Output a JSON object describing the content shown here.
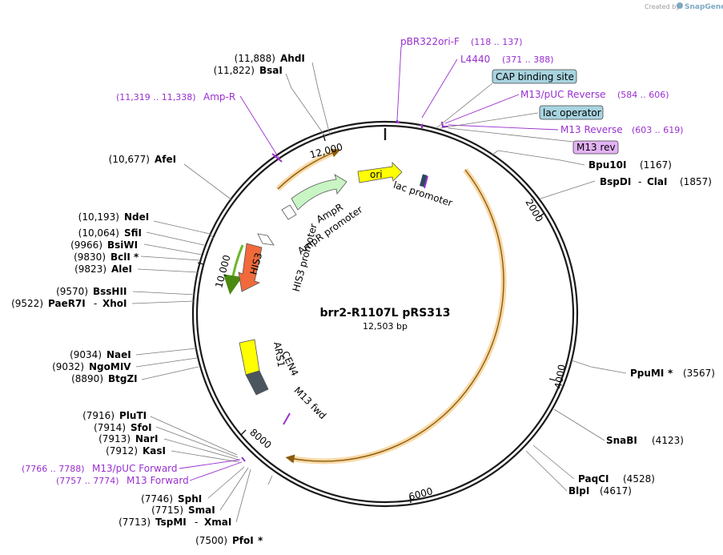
{
  "credit": {
    "prefix": "Created by",
    "brand": "SnapGene"
  },
  "plasmid": {
    "name": "brr2-R1107L pRS313",
    "length": "12,503 bp"
  },
  "ring_ticks": [
    "2000",
    "4000",
    "6000",
    "8000",
    "10,000",
    "12,000"
  ],
  "sites_left": [
    {
      "pos": "(11,888)",
      "name": "AhdI",
      "star": ""
    },
    {
      "pos": "(11,822)",
      "name": "BsaI",
      "star": ""
    },
    {
      "pos": "(10,677)",
      "name": "AfeI",
      "star": ""
    },
    {
      "pos": "(10,193)",
      "name": "NdeI",
      "star": ""
    },
    {
      "pos": "(10,064)",
      "name": "SfiI",
      "star": ""
    },
    {
      "pos": "(9966)",
      "name": "BsiWI",
      "star": ""
    },
    {
      "pos": "(9830)",
      "name": "BclI",
      "star": "*"
    },
    {
      "pos": "(9823)",
      "name": "AleI",
      "star": ""
    },
    {
      "pos": "(9570)",
      "name": "BssHII",
      "star": ""
    },
    {
      "pos": "(9522)",
      "name": "PaeR7I",
      "name2": "XhoI"
    },
    {
      "pos": "(9034)",
      "name": "NaeI",
      "star": ""
    },
    {
      "pos": "(9032)",
      "name": "NgoMIV",
      "star": ""
    },
    {
      "pos": "(8890)",
      "name": "BtgZI",
      "star": ""
    },
    {
      "pos": "(7916)",
      "name": "PluTI",
      "star": ""
    },
    {
      "pos": "(7914)",
      "name": "SfoI",
      "star": ""
    },
    {
      "pos": "(7913)",
      "name": "NarI",
      "star": ""
    },
    {
      "pos": "(7912)",
      "name": "KasI",
      "star": ""
    },
    {
      "pos": "(7746)",
      "name": "SphI",
      "star": ""
    },
    {
      "pos": "(7715)",
      "name": "SmaI",
      "star": ""
    },
    {
      "pos": "(7713)",
      "name": "TspMI",
      "name2": "XmaI"
    },
    {
      "pos": "(7500)",
      "name": "PfoI",
      "star": "*"
    }
  ],
  "sites_right": [
    {
      "name": "Bpu10I",
      "pos": "(1167)"
    },
    {
      "name": "BspDI",
      "name2": "ClaI",
      "pos": "(1857)"
    },
    {
      "name": "PpuMI",
      "star": "*",
      "pos": "(3567)"
    },
    {
      "name": "SnaBI",
      "pos": "(4123)"
    },
    {
      "name": "PaqCI",
      "pos": "(4528)"
    },
    {
      "name": "BlpI",
      "pos": "(4617)"
    }
  ],
  "primers": [
    {
      "name": "pBR322ori-F",
      "range": "(118 .. 137)"
    },
    {
      "name": "L4440",
      "range": "(371 .. 388)"
    },
    {
      "name": "M13/pUC Reverse",
      "range": "(584 .. 606)"
    },
    {
      "name": "M13 Reverse",
      "range": "(603 .. 619)"
    },
    {
      "name": "Amp-R",
      "range": "(11,319 .. 11,338)"
    },
    {
      "name": "M13/pUC Forward",
      "range": "(7766 .. 7788)"
    },
    {
      "name": "M13 Forward",
      "range": "(7757 .. 7774)"
    }
  ],
  "boxed_features": [
    {
      "name": "CAP binding site",
      "fill": "#a8d4e0"
    },
    {
      "name": "lac operator",
      "fill": "#a8d4e0"
    },
    {
      "name": "M13 rev",
      "fill": "#e3b3f5"
    }
  ],
  "features": {
    "ori": "ori",
    "lac_promoter": "lac promoter",
    "ampr": "AmpR",
    "ampr_promoter": "AmpR promoter",
    "his3": "HIS3",
    "his3_promoter": "HIS3 promoter",
    "ars1": "ARS1",
    "cen4": "CEN4",
    "m13_fwd": "M13 fwd"
  },
  "colors": {
    "orf_band": "#f5c77e",
    "orf_arrow": "#8a5a10",
    "his3": "#f06a3c",
    "ampr": "#c9f5c4",
    "ori": "#ffff00",
    "ars1": "#ffff00",
    "cen4": "#4a5560",
    "primer": "#9a2fd0",
    "his3_orf": "#6bb82a"
  }
}
